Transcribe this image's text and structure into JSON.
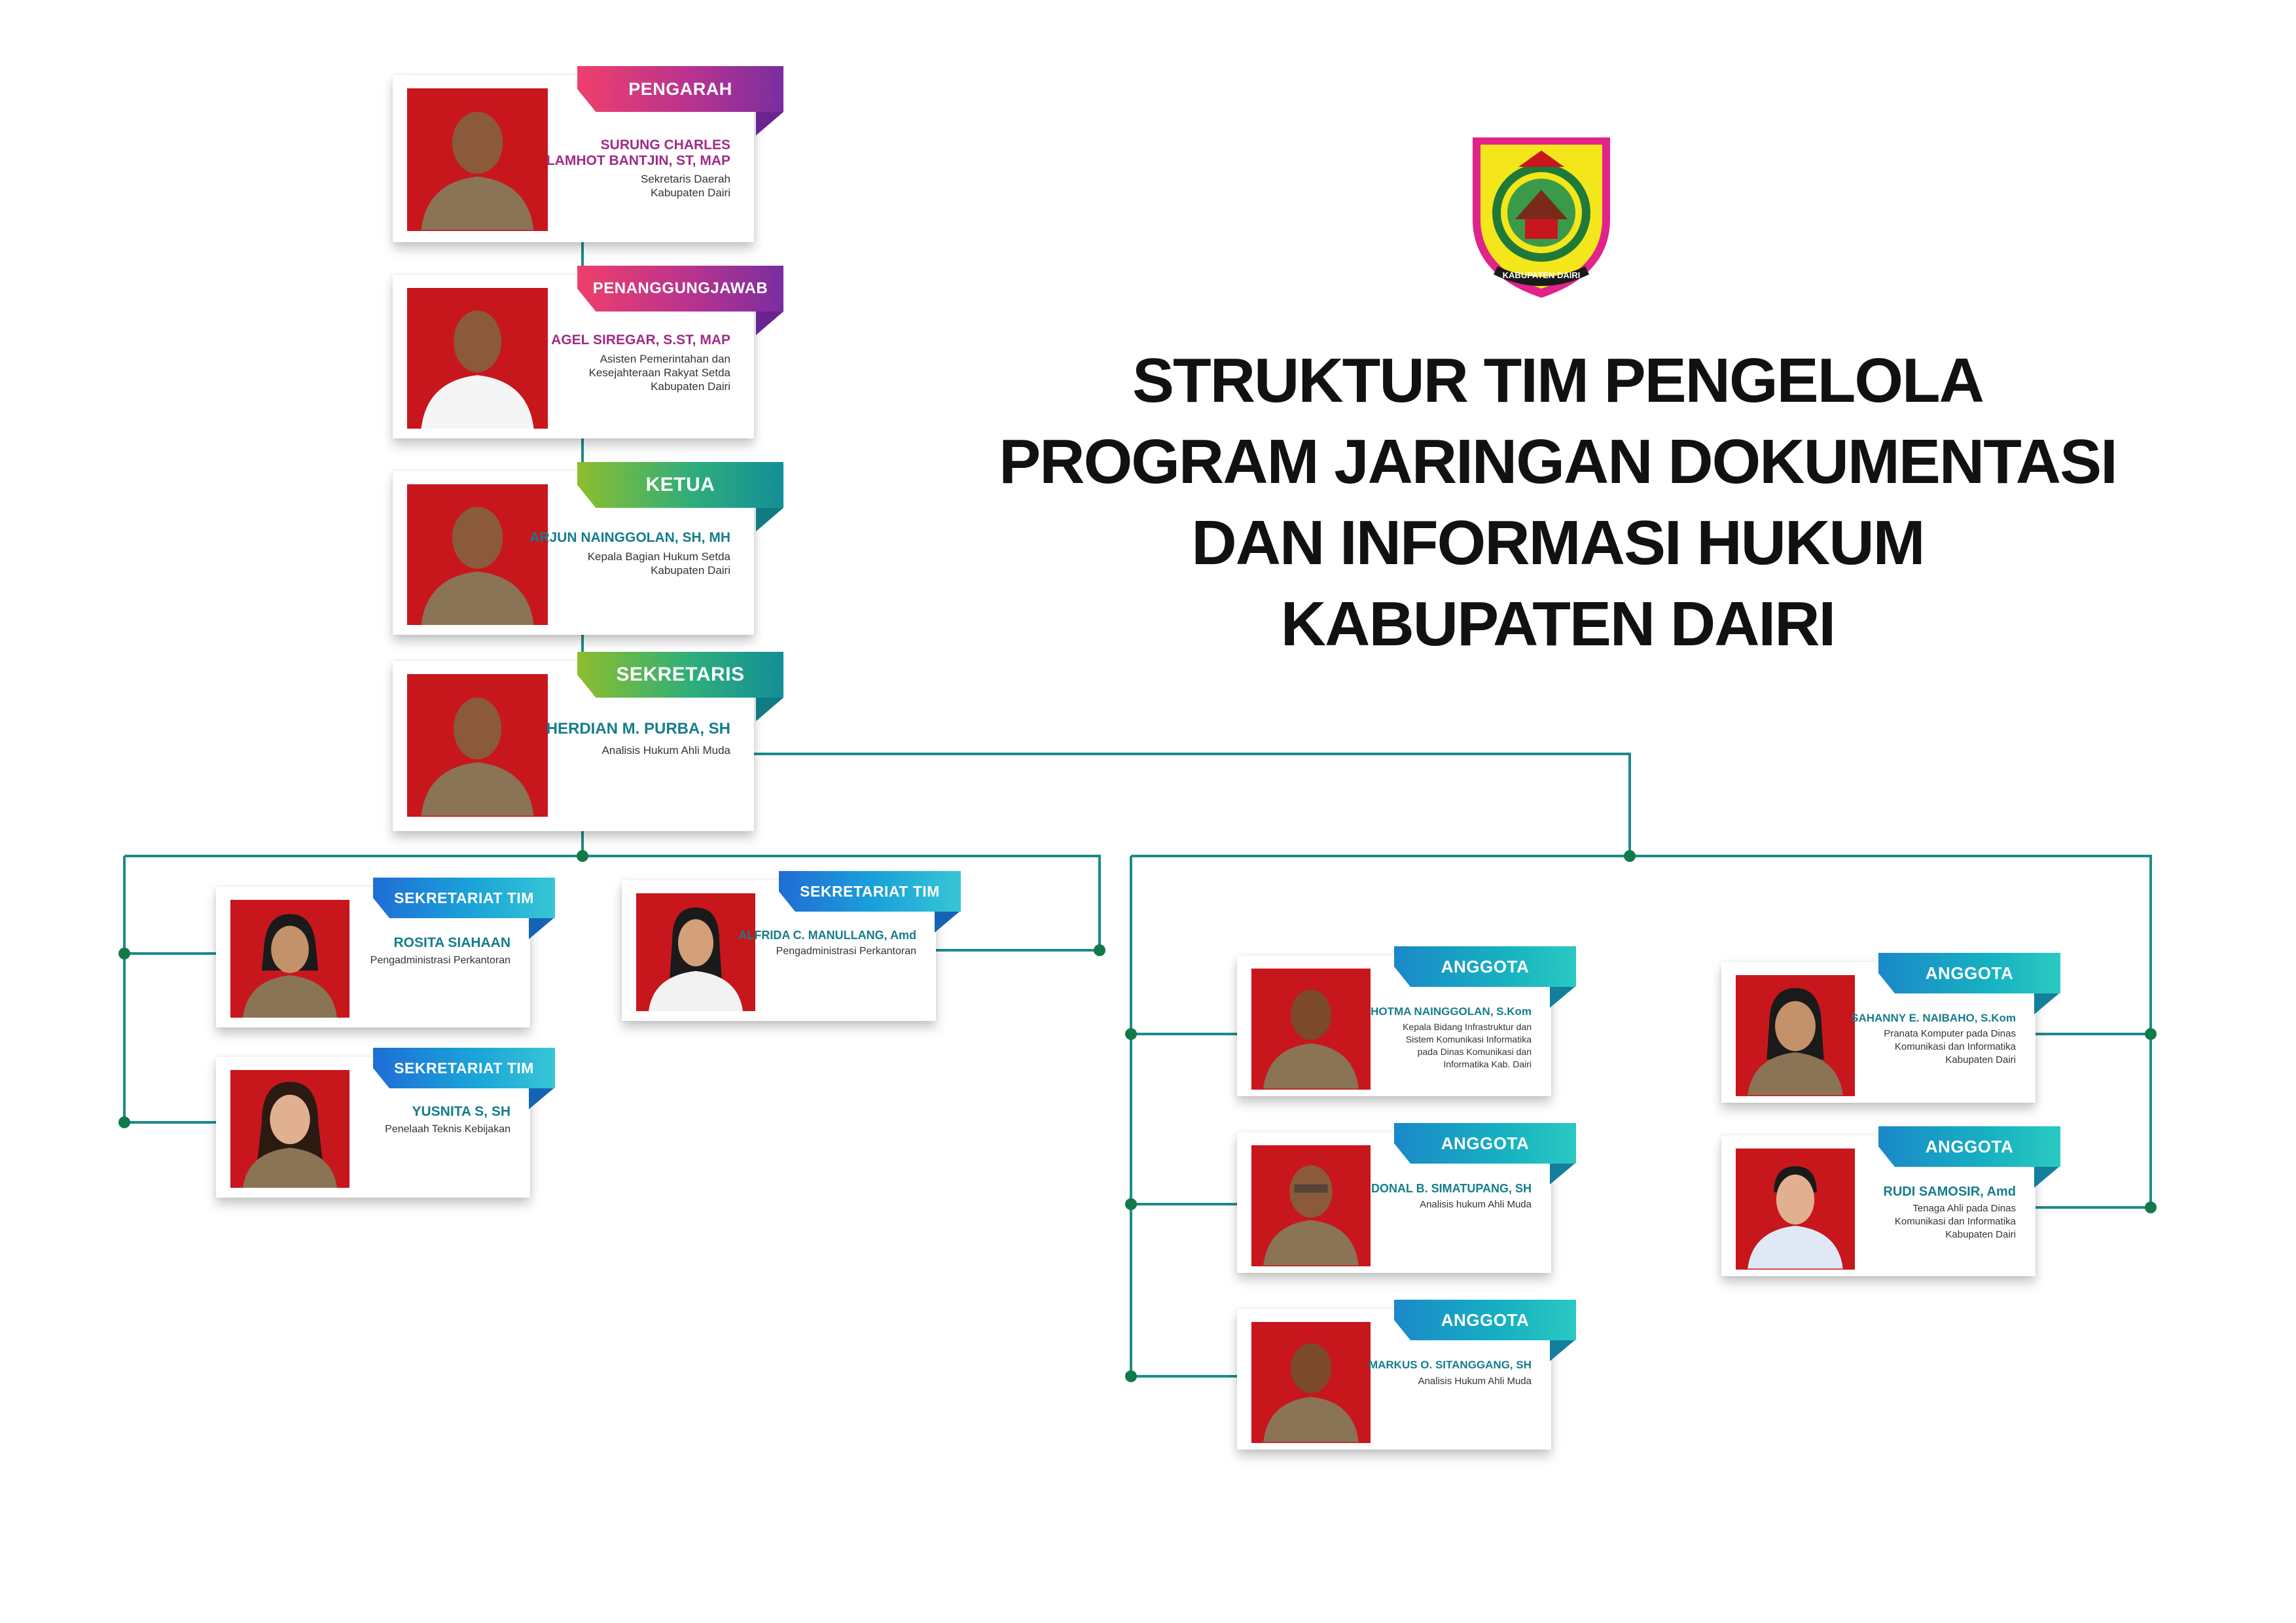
{
  "title": {
    "line1": "STRUKTUR TIM PENGELOLA",
    "line2": "PROGRAM JARINGAN DOKUMENTASI",
    "line3": "DAN INFORMASI HUKUM",
    "line4": "KABUPATEN DAIRI"
  },
  "emblem": {
    "text": "KABUPATEN DAIRI"
  },
  "colors": {
    "line": "#1d8a8a",
    "dot": "#127a4a",
    "photo_bg": "#c8161d"
  },
  "cards": {
    "pengarah": {
      "role": "PENGARAH",
      "name_l1": "SURUNG CHARLES",
      "name_l2": "LAMHOT BANTJIN, ST, MAP",
      "desc": "Sekretaris Daerah\nKabupaten Dairi"
    },
    "penanggungjawab": {
      "role": "PENANGGUNGJAWAB",
      "name": "AGEL SIREGAR, S.ST, MAP",
      "desc": "Asisten Pemerintahan dan\nKesejahteraan Rakyat Setda\nKabupaten Dairi"
    },
    "ketua": {
      "role": "KETUA",
      "name": "ARJUN NAINGGOLAN, SH, MH",
      "desc": "Kepala Bagian Hukum Setda\nKabupaten Dairi"
    },
    "sekretaris": {
      "role": "SEKRETARIS",
      "name": "HERDIAN M. PURBA, SH",
      "desc": "Analisis Hukum Ahli Muda"
    },
    "sekretariat1": {
      "role": "SEKRETARIAT TIM",
      "name": "ROSITA SIAHAAN",
      "desc": "Pengadministrasi Perkantoran"
    },
    "sekretariat2": {
      "role": "SEKRETARIAT TIM",
      "name": "YUSNITA S, SH",
      "desc": "Penelaah Teknis  Kebijakan"
    },
    "sekretariat3": {
      "role": "SEKRETARIAT TIM",
      "name": "ALFRIDA C. MANULLANG, Amd",
      "desc": "Pengadministrasi Perkantoran"
    },
    "anggota1": {
      "role": "ANGGOTA",
      "name": "HOTMA NAINGGOLAN, S.Kom",
      "desc": "Kepala Bidang Infrastruktur dan\nSistem Komunikasi Informatika\npada Dinas Komunikasi dan\nInformatika Kab. Dairi"
    },
    "anggota2": {
      "role": "ANGGOTA",
      "name": "DONAL B. SIMATUPANG, SH",
      "desc": "Analisis hukum Ahli Muda"
    },
    "anggota3": {
      "role": "ANGGOTA",
      "name": "MARKUS O. SITANGGANG, SH",
      "desc": "Analisis Hukum Ahli Muda"
    },
    "anggota4": {
      "role": "ANGGOTA",
      "name": "SAHANNY E. NAIBAHO, S.Kom",
      "desc": "Pranata Komputer pada Dinas\nKomunikasi dan Informatika\nKabupaten Dairi"
    },
    "anggota5": {
      "role": "ANGGOTA",
      "name": "RUDI SAMOSIR, Amd",
      "desc": "Tenaga Ahli pada Dinas\nKomunikasi dan Informatika\nKabupaten Dairi"
    }
  }
}
